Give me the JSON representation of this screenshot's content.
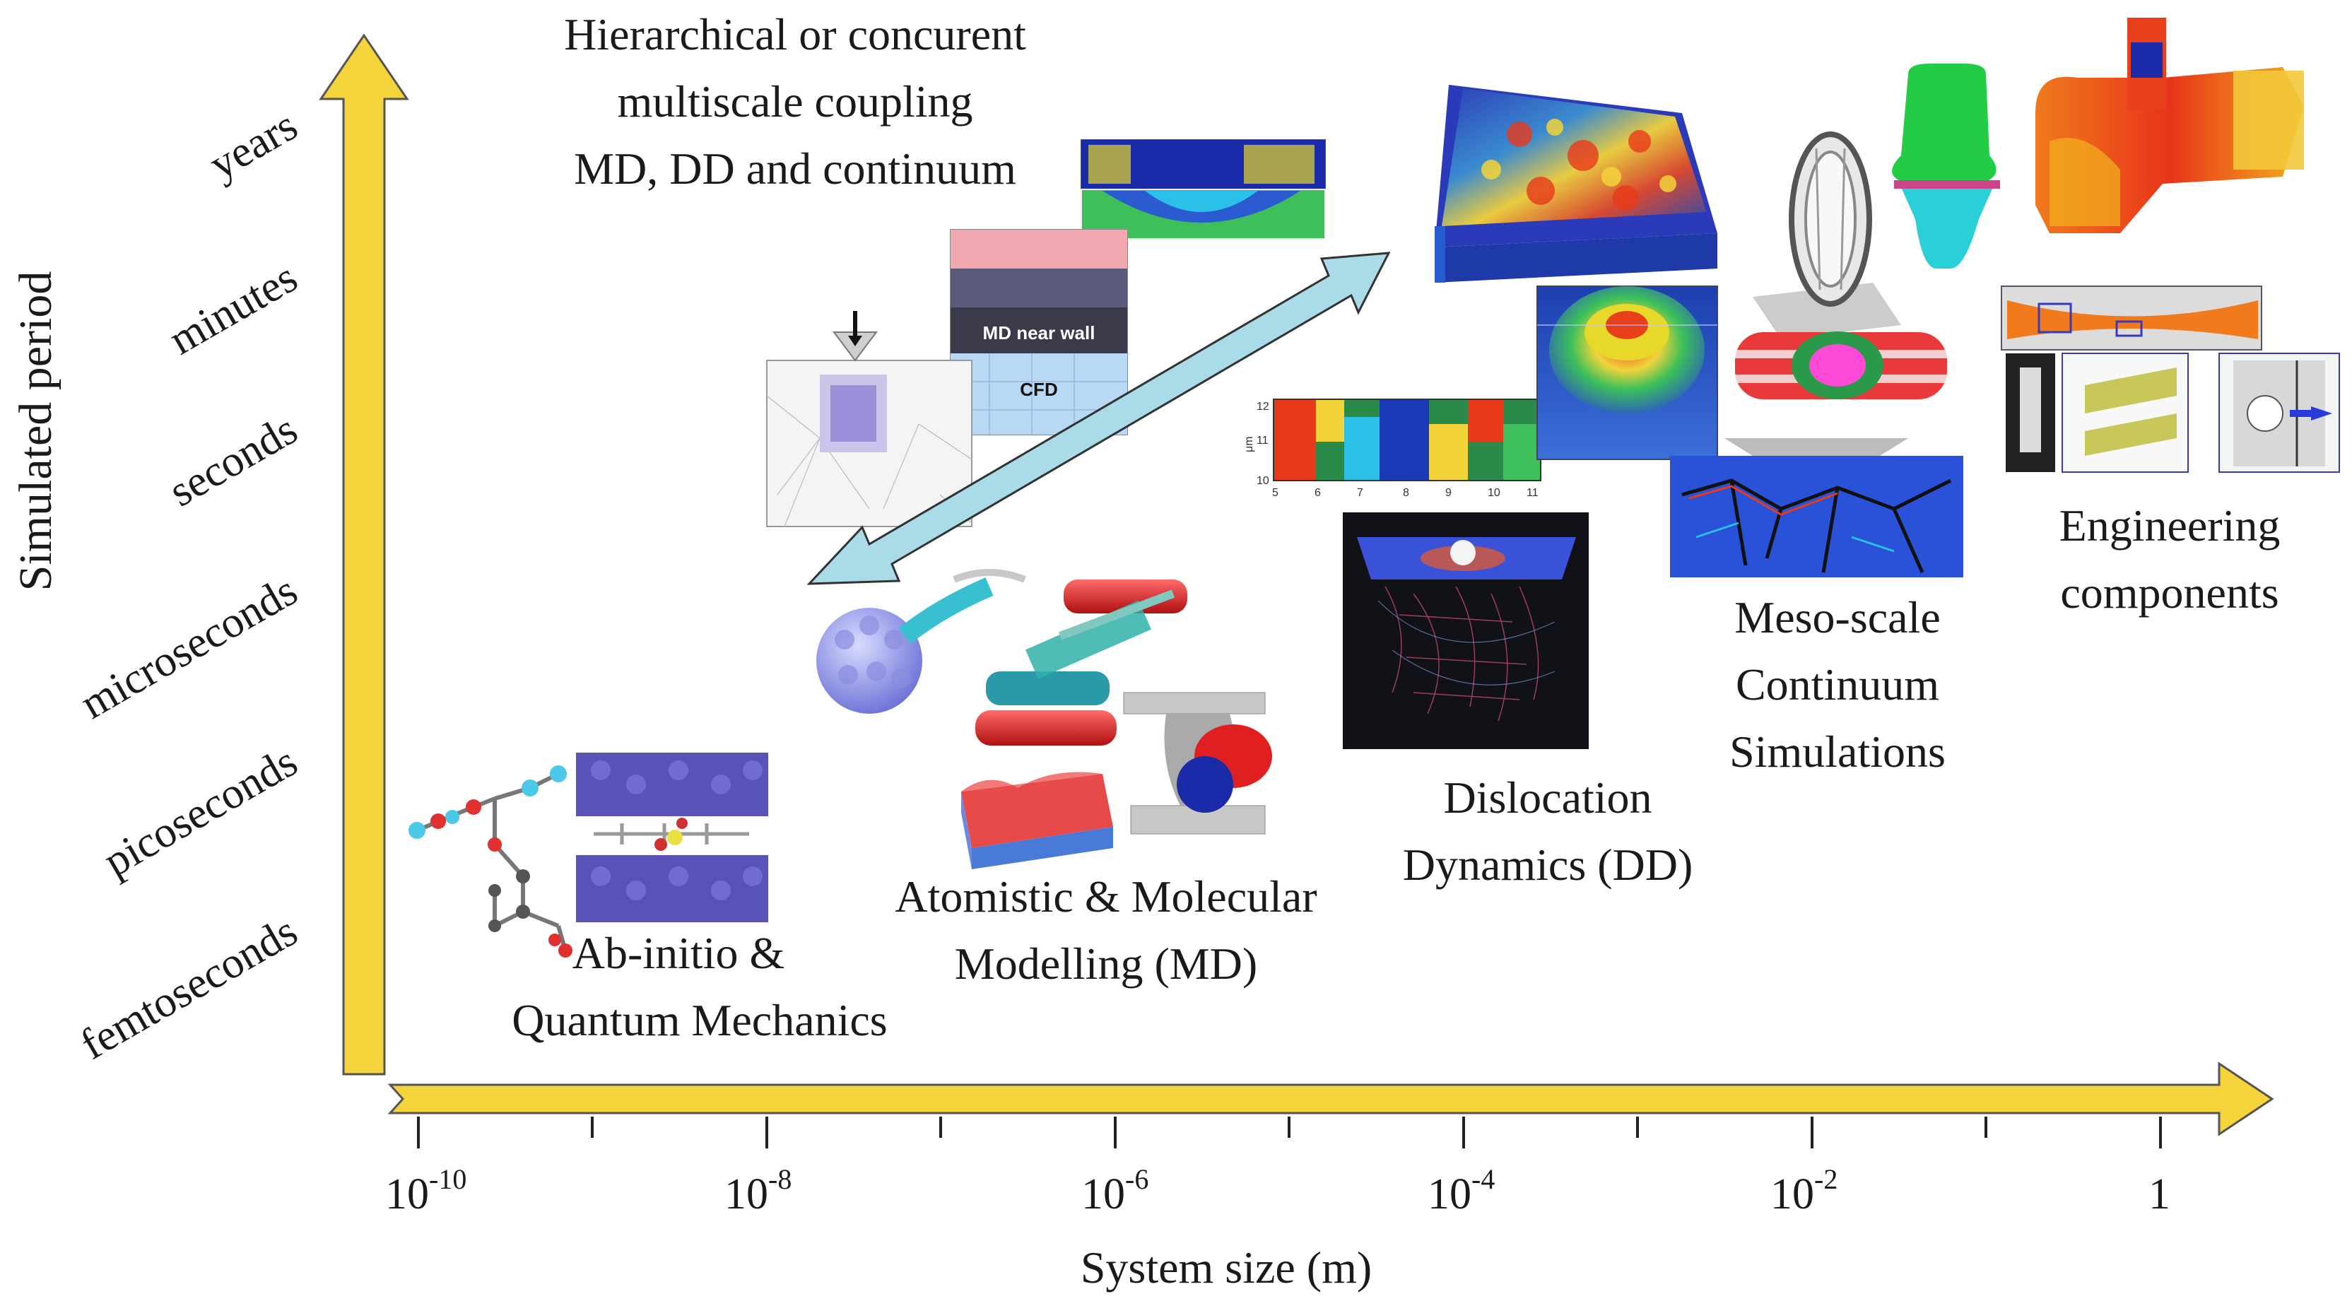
{
  "axes": {
    "y_label": "Simulated period",
    "x_label": "System size (m)",
    "y_ticks": [
      "femtoseconds",
      "picoseconds",
      "microseconds",
      "seconds",
      "minutes",
      "years"
    ],
    "x_ticks": [
      {
        "base": "10",
        "exp": "-10"
      },
      {
        "base": "10",
        "exp": "-8"
      },
      {
        "base": "10",
        "exp": "-6"
      },
      {
        "base": "10",
        "exp": "-4"
      },
      {
        "base": "10",
        "exp": "-2"
      },
      {
        "base": "1",
        "exp": ""
      }
    ],
    "arrow_color": "#f5d33a"
  },
  "regions": {
    "quantum": {
      "line1": "Ab-initio &",
      "line2": "Quantum Mechanics"
    },
    "atomistic": {
      "line1": "Atomistic & Molecular",
      "line2": "Modelling (MD)"
    },
    "dislocation": {
      "line1": "Dislocation",
      "line2": "Dynamics (DD)"
    },
    "mesoscale": {
      "line1": "Meso-scale",
      "line2": "Continuum",
      "line3": "Simulations"
    },
    "engineering": {
      "line1": "Engineering",
      "line2": "components"
    }
  },
  "coupling": {
    "line1": "Hierarchical or concurent",
    "line2": "multiscale coupling",
    "line3": "MD, DD and continuum",
    "arrow_color": "#a9dce8"
  },
  "insets": {
    "md_near_wall": "MD near wall",
    "cfd": "CFD",
    "dd_axis_unit": "μm",
    "dd_y_ticks": [
      "12",
      "11",
      "10"
    ],
    "dd_x_ticks": [
      "5",
      "6",
      "7",
      "8",
      "9",
      "10",
      "11"
    ]
  }
}
